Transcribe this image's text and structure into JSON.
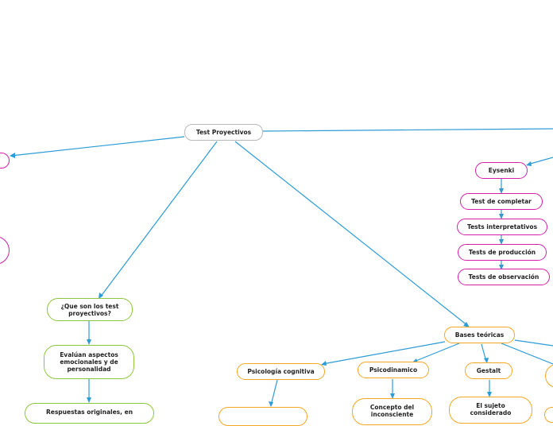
{
  "diagram": {
    "root": {
      "label": "Test Proyectivos"
    },
    "que_son": {
      "label": "¿Que son los test proyectivos?"
    },
    "evaluan": {
      "label": "Evalúan aspectos emocionales y de personalidad"
    },
    "respuestas": {
      "label": "Respuestas originales, en"
    },
    "eysenki": {
      "label": "Eysenki"
    },
    "test_completar": {
      "label": "Test de completar"
    },
    "tests_interpretativos": {
      "label": "Tests interpretativos"
    },
    "tests_produccion": {
      "label": "Tests de producción"
    },
    "tests_observacion": {
      "label": "Tests de observación"
    },
    "bases_teoricas": {
      "label": "Bases teóricas"
    },
    "psicologia_cognitiva": {
      "label": "Psicología cognitiva"
    },
    "psicodinamico": {
      "label": "Psicodinamico"
    },
    "gestalt": {
      "label": "Gestalt"
    },
    "concepto_inconsciente": {
      "label": "Concepto del inconsciente"
    },
    "sujeto_considerado": {
      "label": "El sujeto considerado"
    },
    "colors": {
      "edge": "#2c9bd6",
      "green": "#8dc63f",
      "pink": "#d51fa8",
      "orange": "#f5a623",
      "root": "#b8b8b8"
    }
  }
}
